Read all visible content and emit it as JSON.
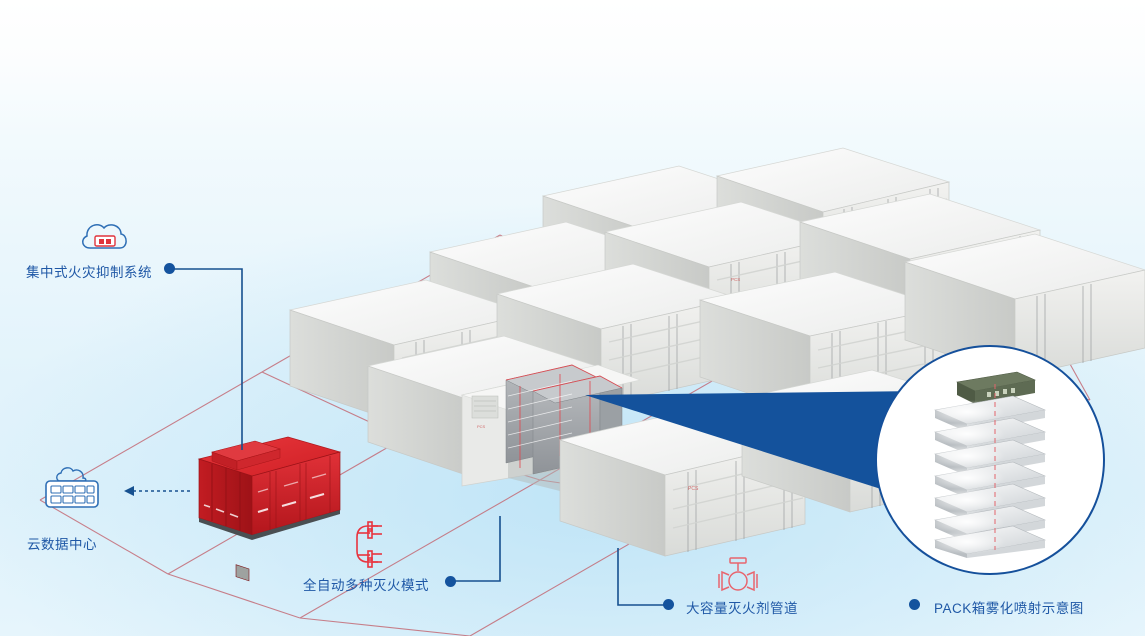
{
  "diagram": {
    "title_hidden": "",
    "accent_blue": "#15509b",
    "label_blue": "#1f58a6",
    "pipe_red": "#c46b76",
    "container_red": "#d8232a",
    "background_top": "#ffffff",
    "background_bottom": "#dff2fb"
  },
  "callouts": [
    {
      "id": "centralized-fire-suppression",
      "label": "集中式火灾抑制系统",
      "icon": "cloud-controller-icon",
      "dot": true
    },
    {
      "id": "cloud-data-center",
      "label": "云数据中心",
      "icon": "cloud-server-icon",
      "dot": false
    },
    {
      "id": "auto-multi-extinguish-mode",
      "label": "全自动多种灭火模式",
      "icon": "pipe-bend-icon",
      "dot": true
    },
    {
      "id": "large-capacity-agent-pipeline",
      "label": "大容量灭火剂管道",
      "icon": "gate-valve-icon",
      "dot": true
    },
    {
      "id": "pack-mist-spray-schematic",
      "label": "PACK箱雾化喷射示意图",
      "icon": "bullet-dot-icon",
      "dot": true
    }
  ],
  "scene": {
    "containers_white_count": 15,
    "container_red_count": 1,
    "cutaway_container": 1,
    "magnifier": {
      "subject": "PACK 箱雾化喷射",
      "layers": 7
    }
  }
}
